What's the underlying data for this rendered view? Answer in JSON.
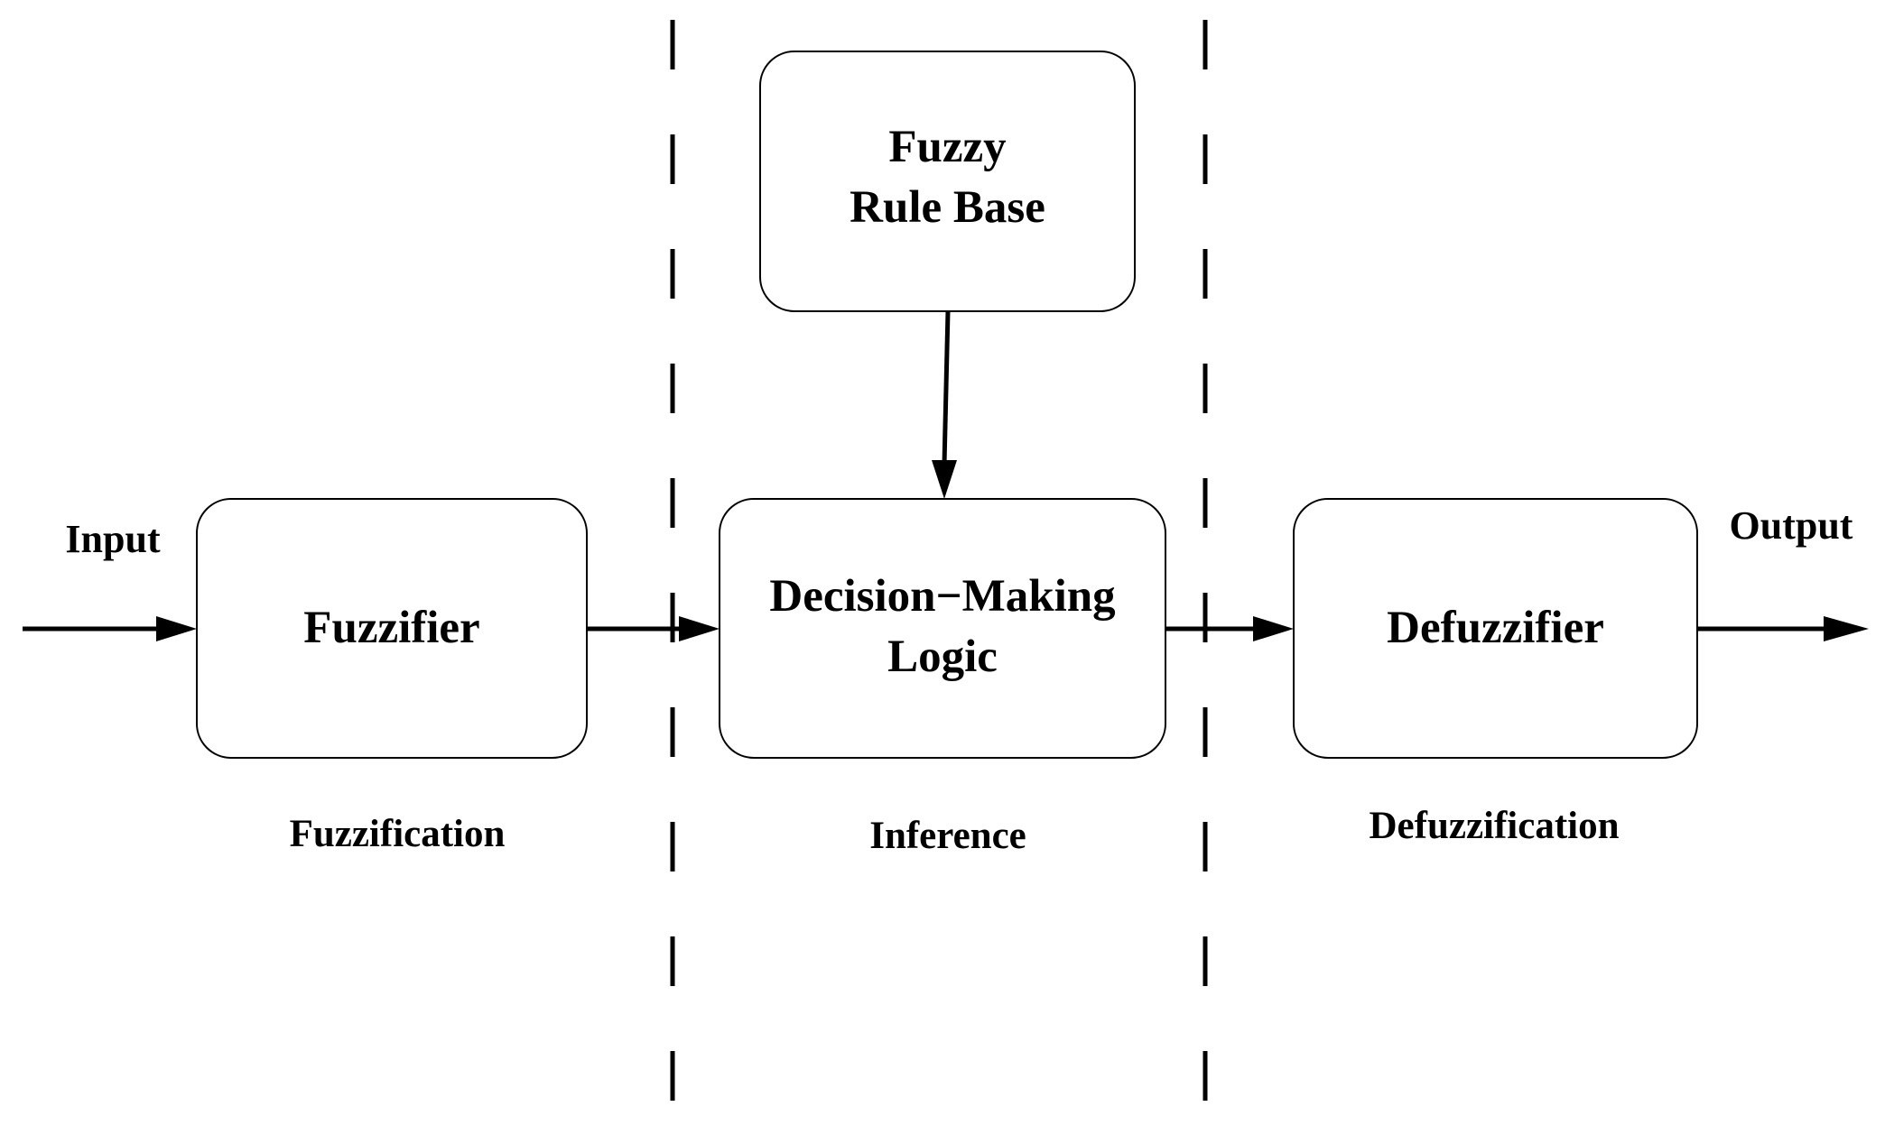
{
  "colors": {
    "stroke": "#000000",
    "background": "#ffffff"
  },
  "boxes": {
    "rule_base": {
      "line1": "Fuzzy",
      "line2": "Rule Base"
    },
    "fuzzifier": {
      "label": "Fuzzifier"
    },
    "decision": {
      "line1": "Decision−Making",
      "line2": "Logic"
    },
    "defuzzifier": {
      "label": "Defuzzifier"
    }
  },
  "io": {
    "input": "Input",
    "output": "Output"
  },
  "stages": {
    "fuzzification": "Fuzzification",
    "inference": "Inference",
    "defuzzification": "Defuzzification"
  }
}
